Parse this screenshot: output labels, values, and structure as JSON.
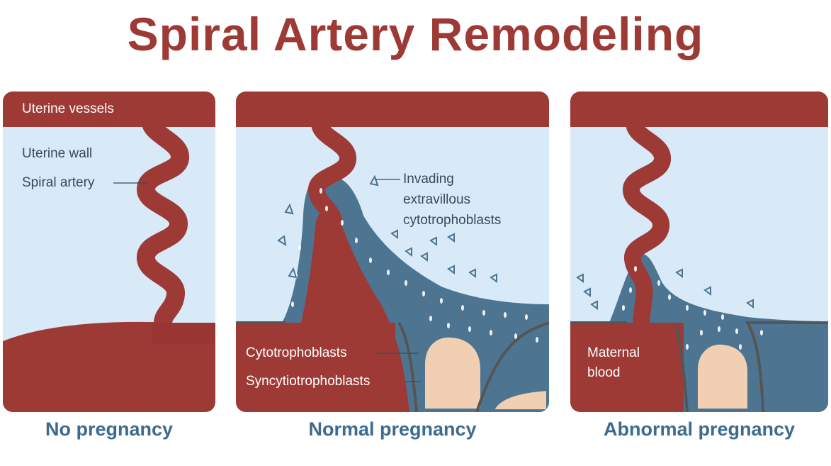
{
  "title": "Spiral Artery Remodeling",
  "colors": {
    "title": "#9e3a36",
    "tissue": "#9e3a36",
    "uterine_wall": "#d8e9f7",
    "trophoblast": "#4d7591",
    "placenta": "#f1cfb2",
    "syncytio_layer": "#555555",
    "caption": "#3d6b8e"
  },
  "panels": {
    "no_pregnancy": {
      "caption": "No pregnancy",
      "labels": {
        "uterine_vessels": "Uterine vessels",
        "uterine_wall": "Uterine wall",
        "spiral_artery": "Spiral artery"
      }
    },
    "normal_pregnancy": {
      "caption": "Normal pregnancy",
      "labels": {
        "invading_line1": "Invading",
        "invading_line2": "extravillous",
        "invading_line3": "cytotrophoblasts",
        "cytotrophoblasts": "Cytotrophoblasts",
        "syncytiotrophoblasts": "Syncytiotrophoblasts"
      }
    },
    "abnormal_pregnancy": {
      "caption": "Abnormal pregnancy",
      "labels": {
        "maternal_line1": "Maternal",
        "maternal_line2": "blood"
      }
    }
  }
}
